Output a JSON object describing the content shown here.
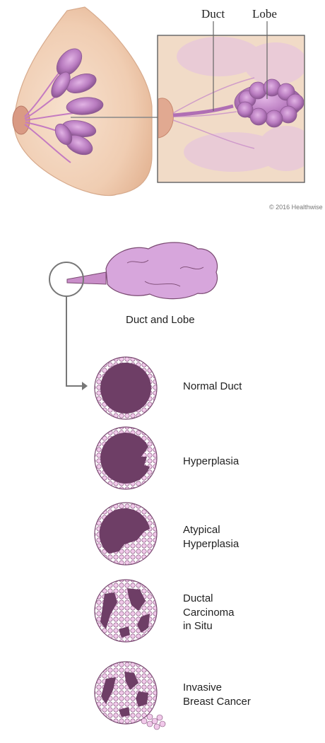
{
  "labels": {
    "duct": "Duct",
    "lobe": "Lobe",
    "copyright": "© 2016 Healthwise",
    "duct_and_lobe": "Duct and Lobe"
  },
  "stages": [
    {
      "label": "Normal Duct"
    },
    {
      "label": "Hyperplasia"
    },
    {
      "label": "Atypical\nHyperplasia"
    },
    {
      "label": "Ductal\nCarcinoma\nin Situ"
    },
    {
      "label": "Invasive\nBreast Cancer"
    }
  ],
  "colors": {
    "skin": "#f3d5bd",
    "skin_dark": "#d9a98a",
    "lobe": "#b97cc0",
    "lobe_light": "#d7a6dc",
    "duct_pink": "#c98ec9",
    "cell_fill": "#f1c9ea",
    "cell_dark": "#6e3e66",
    "arrow": "#777777"
  }
}
